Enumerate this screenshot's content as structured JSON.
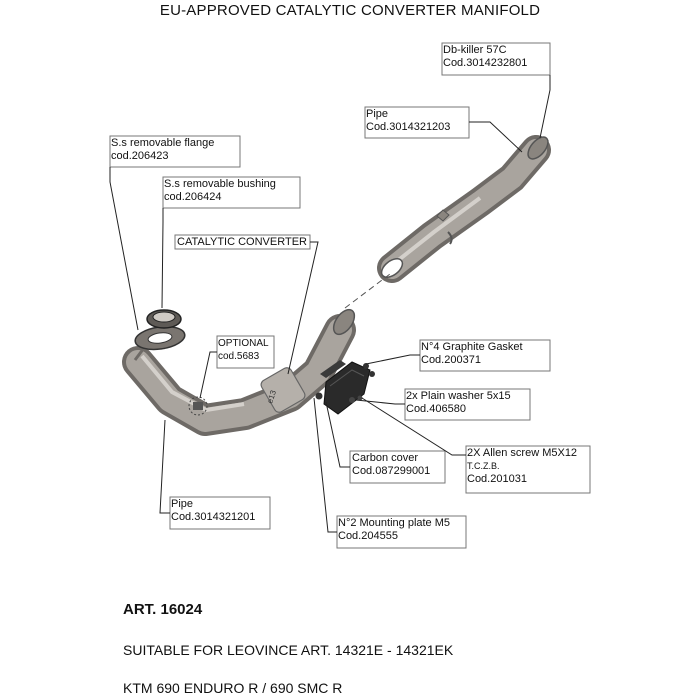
{
  "title": "EU-APPROVED CATALYTIC CONVERTER MANIFOLD",
  "labels": {
    "db_killer": {
      "name": "Db-killer 57C",
      "code": "Cod.3014232801"
    },
    "pipe_upper": {
      "name": "Pipe",
      "code": "Cod.3014321203"
    },
    "flange": {
      "name": "S.s removable flange",
      "code": "cod.206423"
    },
    "bushing": {
      "name": "S.s removable bushing",
      "code": "cod.206424"
    },
    "catalytic": {
      "name": "CATALYTIC CONVERTER"
    },
    "optional": {
      "name": "OPTIONAL",
      "code": "cod.5683"
    },
    "gasket": {
      "name": "N°4 Graphite Gasket",
      "code": "Cod.200371"
    },
    "washer": {
      "name": "2x Plain washer 5x15",
      "code": "Cod.406580"
    },
    "carbon_cover": {
      "name": "Carbon cover",
      "code": "Cod.087299001"
    },
    "allen_screw": {
      "name": "2X Allen screw M5X12",
      "spec": "T.C.Z.B.",
      "code": "Cod.201031"
    },
    "pipe_lower": {
      "name": "Pipe",
      "code": "Cod.3014321201"
    },
    "mounting_plate": {
      "name": "N°2 Mounting plate M5",
      "code": "Cod.204555"
    }
  },
  "footer": {
    "article": "ART. 16024",
    "suitable": "SUITABLE FOR LEOVINCE ART. 14321E - 14321EK",
    "models": "KTM 690 ENDURO R / 690 SMC R"
  },
  "colors": {
    "metal": "#9a958f",
    "metal_dark": "#6e6a66",
    "carbon": "#2a2a2a",
    "line": "#222222"
  }
}
